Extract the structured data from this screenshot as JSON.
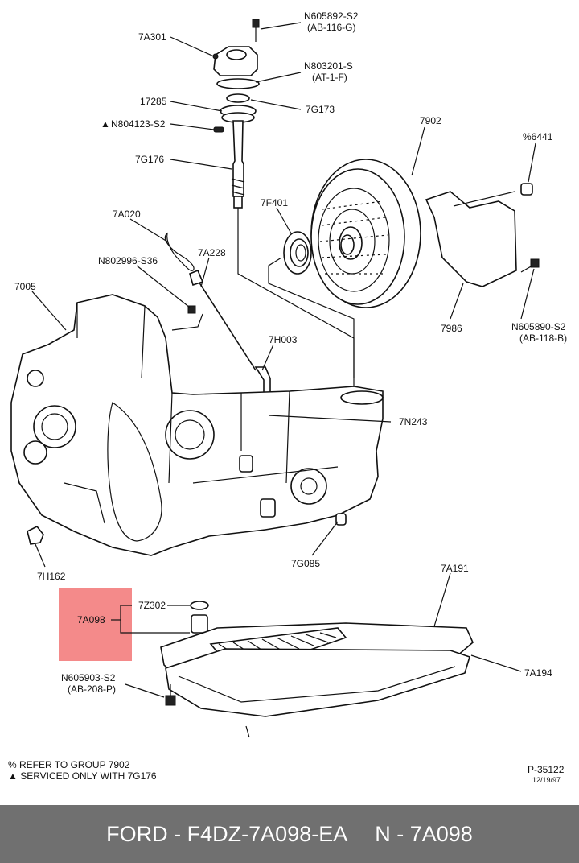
{
  "labels": {
    "n605892": "N605892-S2",
    "ab116": "(AB-116-G)",
    "a301": "7A301",
    "n803201": "N803201-S",
    "at1f": "(AT-1-F)",
    "l17285": "17285",
    "g173": "7G173",
    "n804123": "N804123-S2",
    "g176": "7G176",
    "l7902": "7902",
    "p6441": "%6441",
    "f401": "7F401",
    "a020": "7A020",
    "a228": "7A228",
    "n802996": "N802996-S36",
    "l7005": "7005",
    "l7986": "7986",
    "n605890": "N605890-S2",
    "ab118": "(AB-118-B)",
    "h003": "7H003",
    "n243": "7N243",
    "h162": "7H162",
    "g085": "7G085",
    "a191": "7A191",
    "z302": "7Z302",
    "a098": "7A098",
    "a194": "7A194",
    "n605903": "N605903-S2",
    "ab208": "(AB-208-P)"
  },
  "notes": {
    "refer": "% REFER TO GROUP 7902",
    "serviced": "▲ SERVICED ONLY WITH 7G176",
    "figure_id": "P-35122",
    "date": "12/19/97"
  },
  "highlight_color": "#f48a8a",
  "footer": {
    "left": "FORD - F4DZ-7A098-EA",
    "right": "N - 7A098"
  }
}
